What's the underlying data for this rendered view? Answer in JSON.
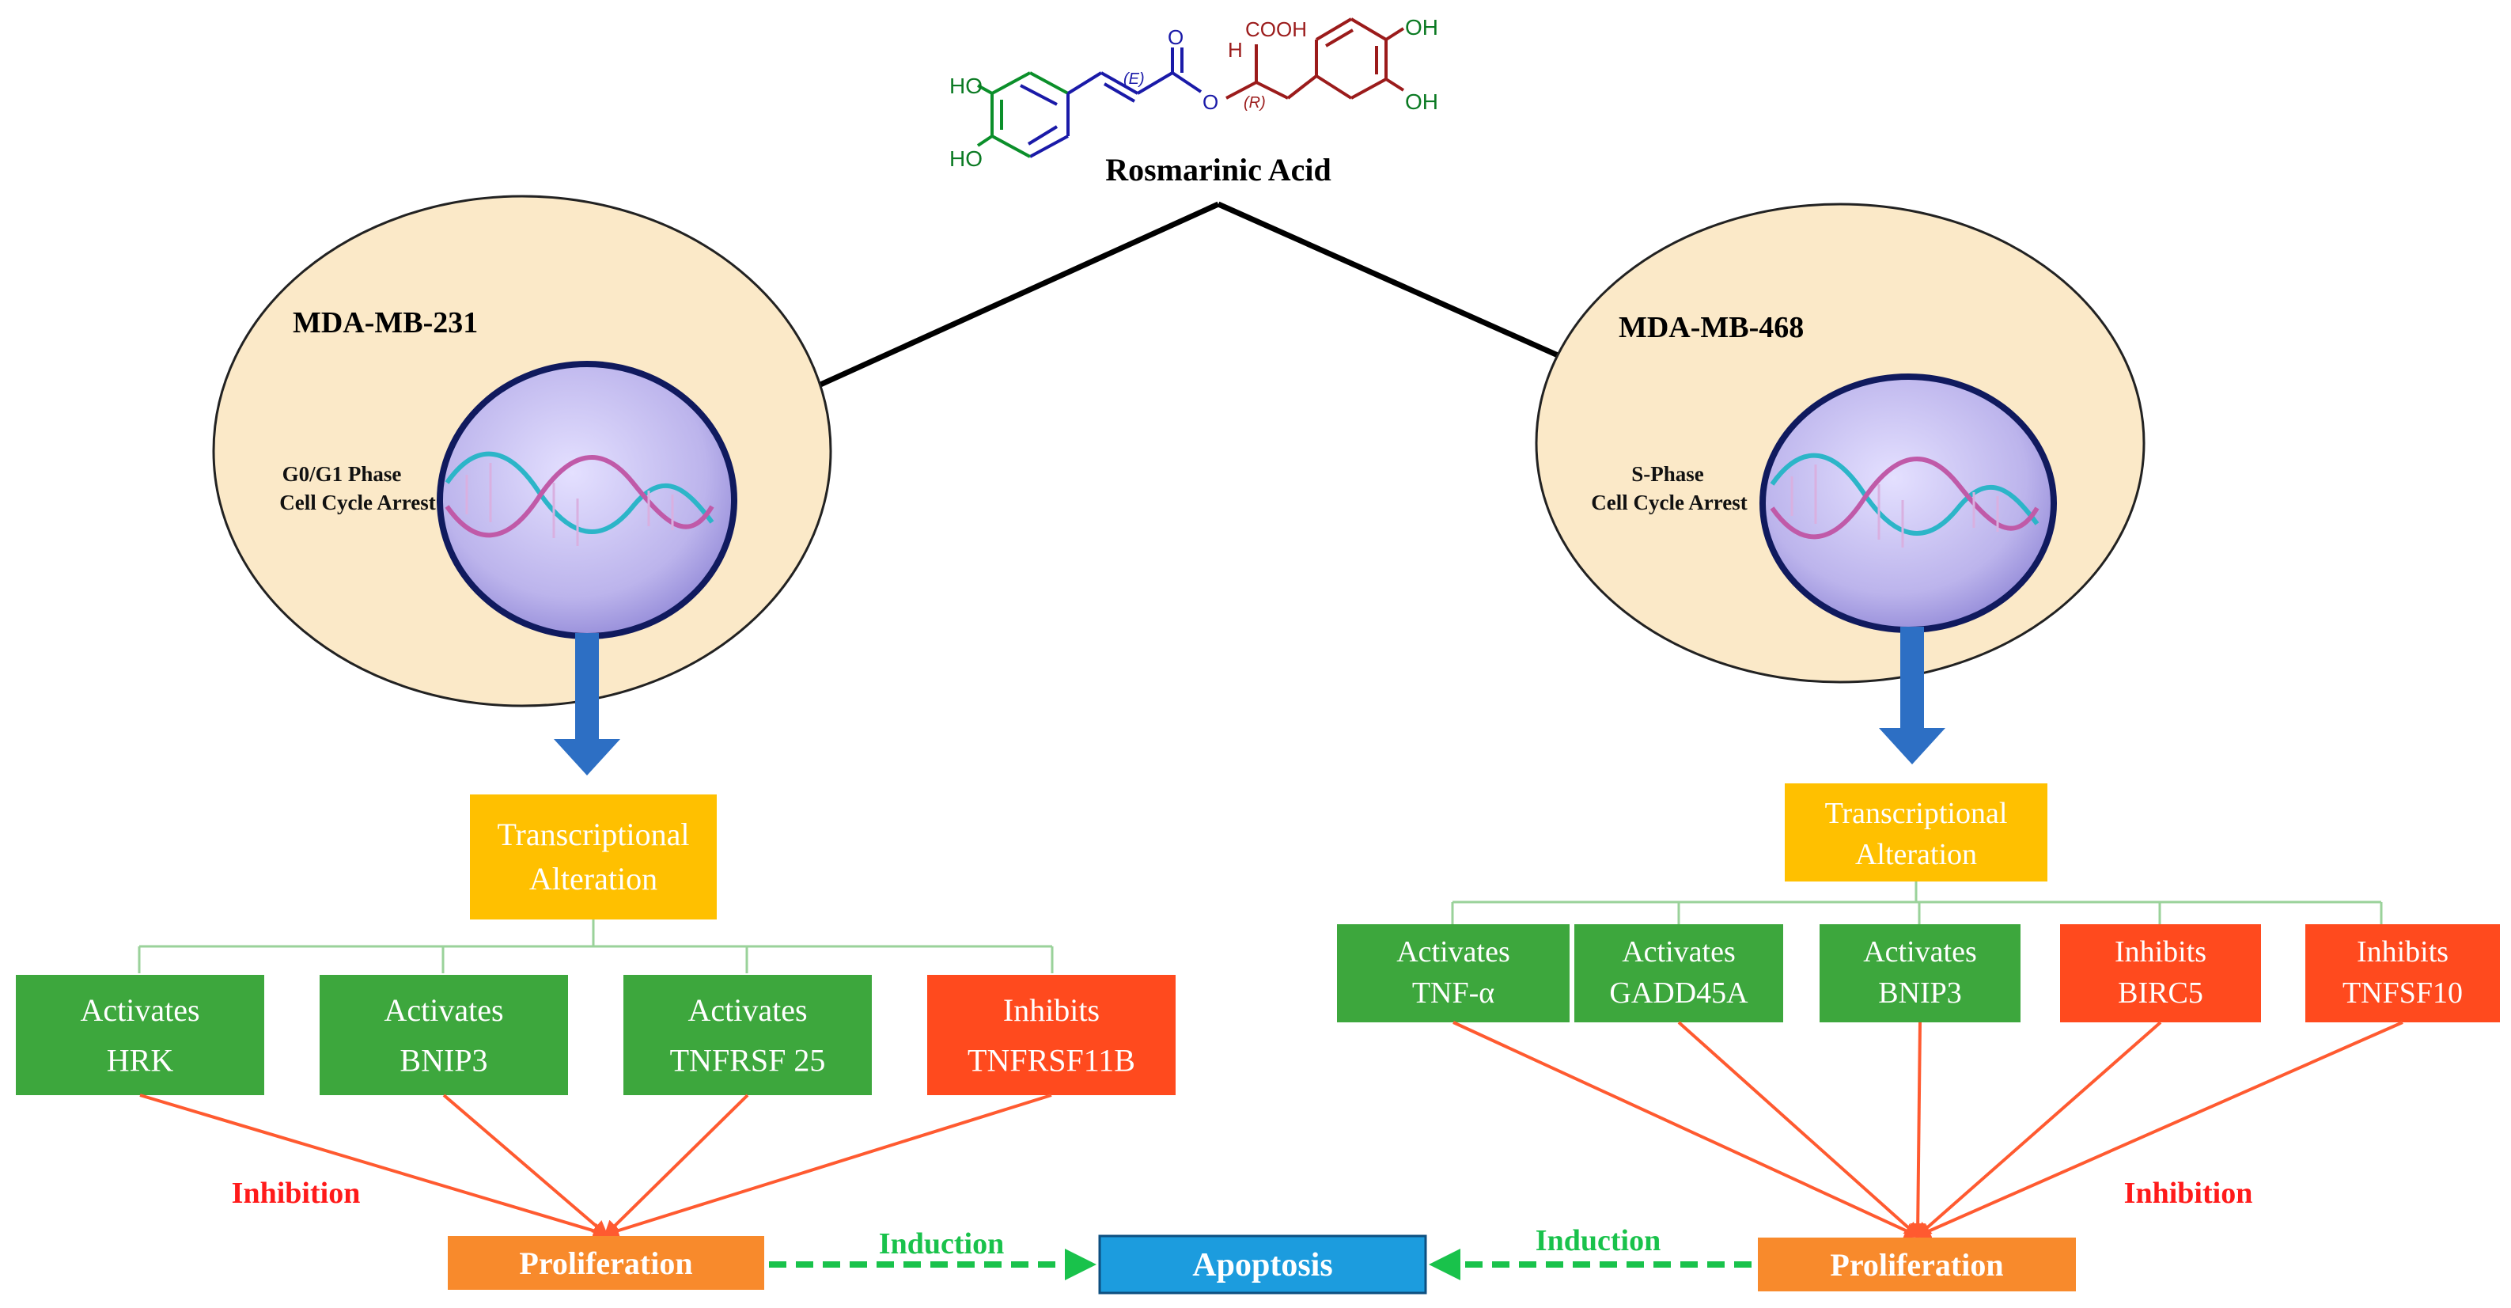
{
  "molecule": {
    "name": "Rosmarinic Acid",
    "atoms": {
      "ho_top": "HO",
      "ho_bottom": "HO",
      "oh_top": "OH",
      "oh_bottom": "OH",
      "cooh": "COOH",
      "h": "H",
      "o_ester": "O",
      "o_carbonyl": "O",
      "stereo_e": "(E)",
      "stereo_r": "(R)"
    }
  },
  "cells": {
    "left": {
      "name": "MDA-MB-231",
      "arrest": [
        "G0/G1 Phase",
        "Cell Cycle Arrest"
      ],
      "transcription": [
        "Transcriptional",
        "Alteration"
      ],
      "effects": [
        {
          "action": "Activates",
          "target": "HRK",
          "kind": "activate"
        },
        {
          "action": "Activates",
          "target": "BNIP3",
          "kind": "activate"
        },
        {
          "action": "Activates",
          "target": "TNFRSF 25",
          "kind": "activate"
        },
        {
          "action": "Inhibits",
          "target": "TNFRSF11B",
          "kind": "inhibit"
        }
      ],
      "inhibition_label": "Inhibition",
      "outcome": "Proliferation",
      "induction_label": "Induction"
    },
    "right": {
      "name": "MDA-MB-468",
      "arrest": [
        "S-Phase",
        "Cell Cycle Arrest"
      ],
      "transcription": [
        "Transcriptional",
        "Alteration"
      ],
      "effects": [
        {
          "action": "Activates",
          "target": "TNF-α",
          "kind": "activate"
        },
        {
          "action": "Activates",
          "target": "GADD45A",
          "kind": "activate"
        },
        {
          "action": "Activates",
          "target": "BNIP3",
          "kind": "activate"
        },
        {
          "action": "Inhibits",
          "target": "BIRC5",
          "kind": "inhibit"
        },
        {
          "action": "Inhibits",
          "target": "TNFSF10",
          "kind": "inhibit"
        }
      ],
      "inhibition_label": "Inhibition",
      "outcome": "Proliferation",
      "induction_label": "Induction"
    }
  },
  "center": {
    "label": "Apoptosis"
  },
  "colors": {
    "cell_fill": "#fbe9c8",
    "nucleus_fill": "#c9c3f0",
    "nucleus_stroke": "#101a5e",
    "transcription": "#ffc000",
    "activate": "#3da73d",
    "inhibit": "#ff4a1e",
    "proliferation": "#f88a2c",
    "apoptosis": "#1c9cde",
    "inhibition_text": "#ff1a1a",
    "induction": "#19c24b",
    "red_lines": "#ff5a30",
    "tree_lines": "#9ad29a",
    "down_arrow": "#2d6fc4"
  }
}
